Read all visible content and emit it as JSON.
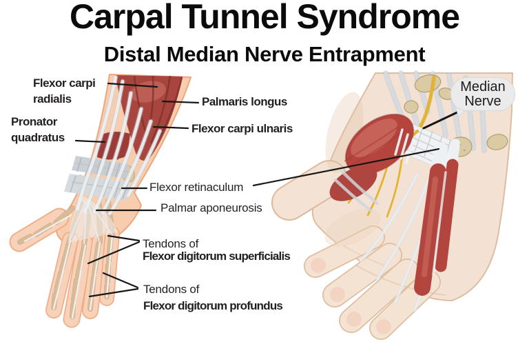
{
  "title": "Carpal Tunnel Syndrome",
  "subtitle": "Distal Median Nerve Entrapment",
  "callout": {
    "text": "Median\nNerve"
  },
  "labels": {
    "flexor_carpi_radialis": "Flexor carpi\nradialis",
    "pronator_quadratus": "Pronator\nquadratus",
    "palmaris_longus": "Palmaris longus",
    "flexor_carpi_ulnaris": "Flexor carpi ulnaris",
    "flexor_retinaculum": "Flexor retinaculum",
    "palmar_aponeurosis": "Palmar aponeurosis",
    "tendons_of_superficialis": {
      "intro": "Tendons of",
      "name": "Flexor digitorum superficialis"
    },
    "tendons_of_profundus": {
      "intro": "Tendons of",
      "name": "Flexor digitorum profundus"
    }
  },
  "colors": {
    "muscle_red": "#a8453e",
    "tendon_white": "#ebeef1",
    "bone_tan": "#d9c49c",
    "nerve_yellow": "#e2b231",
    "skin_left": "#f7cdae",
    "skin_right": "#f3e2d3",
    "retinaculum_band": "#c9cfd6",
    "callout_bg": "#ebebeb",
    "pointer_line": "#161616",
    "label_text": "#231f20"
  }
}
